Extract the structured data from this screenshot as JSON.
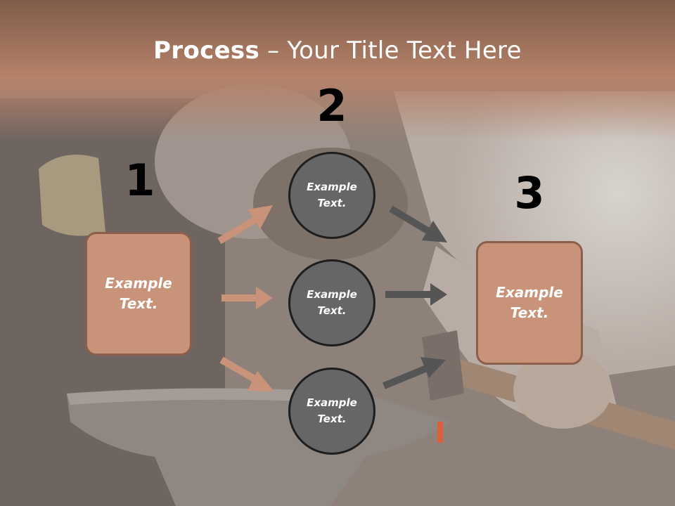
{
  "title": {
    "bold": "Process",
    "rest": " – Your Title Text Here"
  },
  "steps": {
    "one": {
      "number": "1",
      "label": "Example Text."
    },
    "two": {
      "number": "2",
      "items": [
        "Example Text.",
        "Example Text.",
        "Example Text."
      ]
    },
    "three": {
      "number": "3",
      "label": "Example Text."
    }
  },
  "colors": {
    "accent": "#c9937a",
    "circle": "#666666",
    "arrow_left": "#c9937a",
    "arrow_right": "#555555"
  }
}
